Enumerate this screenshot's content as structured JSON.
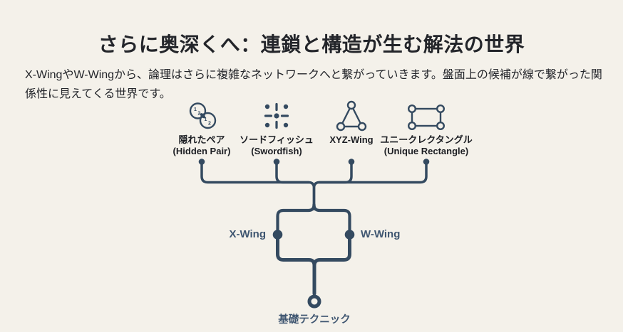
{
  "theme": {
    "background": "#f4f1ea",
    "line": "#344a60",
    "node-label": "#3e5570",
    "text": "#23252a"
  },
  "header": {
    "title": "さらに奥深くへ：連鎖と構造が生む解法の世界"
  },
  "intro": {
    "text": "X-WingやW-Wingから、論理はさらに複雑なネットワークへと繋がっていきます。盤面上の候補が線で繋がった関係性に見えてくる世界です。"
  },
  "diagram": {
    "techniques": [
      {
        "name_ja": "隠れたペア",
        "name_en": "(Hidden Pair)",
        "icon": "hidden-pair-icon"
      },
      {
        "name_ja": "ソードフィッシュ",
        "name_en": "(Swordfish)",
        "icon": "swordfish-icon"
      },
      {
        "name_ja": "XYZ-Wing",
        "name_en": "",
        "icon": "xyz-wing-icon"
      },
      {
        "name_ja": "ユニークレクタングル",
        "name_en": "(Unique Rectangle)",
        "icon": "unique-rectangle-icon"
      }
    ],
    "mid_nodes": [
      {
        "label": "X-Wing"
      },
      {
        "label": "W-Wing"
      }
    ],
    "root": {
      "label": "基礎テクニック"
    }
  }
}
